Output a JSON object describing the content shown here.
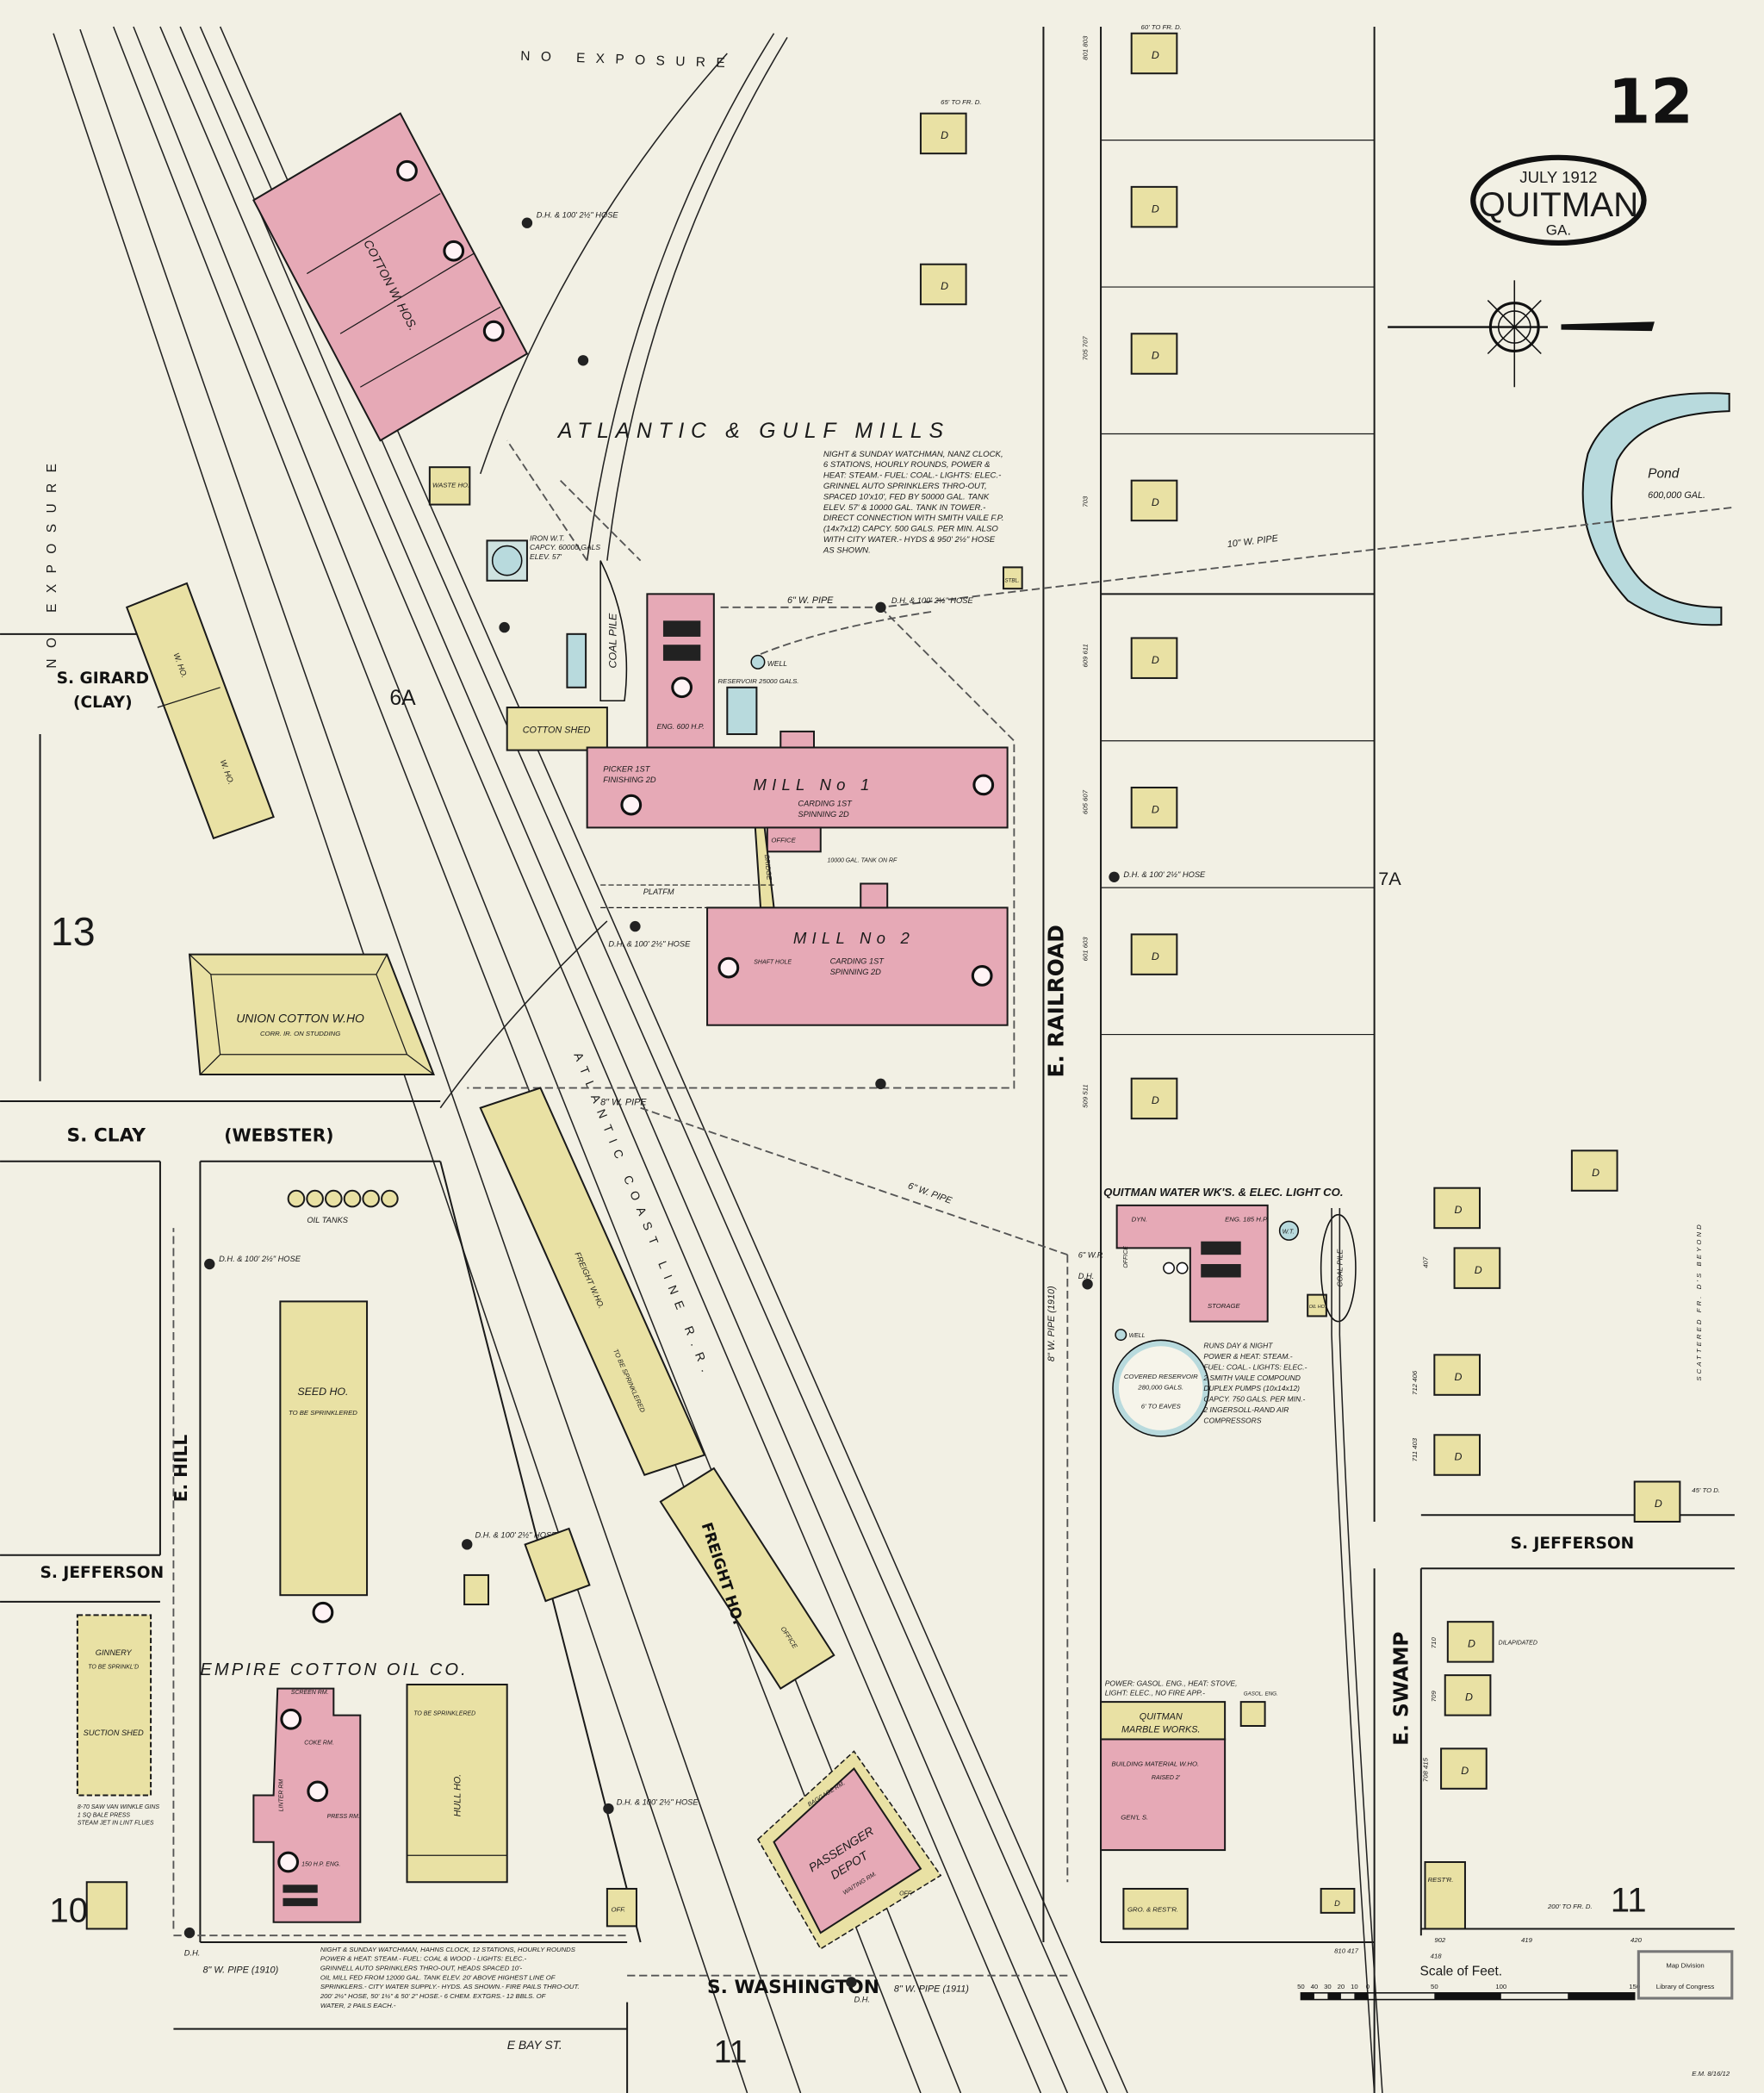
{
  "sheet": {
    "number": "12",
    "date": "JULY 1912",
    "city": "QUITMAN",
    "state": "GA."
  },
  "exposure": {
    "top": "NO EXPOSURE",
    "left": "NO EXPOSURE"
  },
  "streets": {
    "railroad": "E. RAILROAD",
    "swamp": "E. SWAMP",
    "girard": "S. GIRARD",
    "girard_alt": "(CLAY)",
    "clay": "S. CLAY",
    "clay_alt": "(WEBSTER)",
    "jefferson_w": "S. JEFFERSON",
    "jefferson_e": "S. JEFFERSON",
    "hill": "E. HILL",
    "washington": "S. WASHINGTON",
    "bay": "E BAY ST."
  },
  "adjacent_sheets": {
    "s13": "13",
    "s10": "10",
    "s11_e": "11",
    "s11_s": "11",
    "s6a": "6A",
    "s7a": "7A"
  },
  "railroad_name": "ATLANTIC COAST LINE R.R.",
  "pond": {
    "label": "Pond",
    "capacity": "600,000 GAL."
  },
  "pipes": {
    "p6": "6\" W. PIPE",
    "p8": "8\" W. PIPE",
    "p10": "10\" W. PIPE",
    "p8_1910": "8\" W. PIPE (1910)",
    "p8_1911": "8\" W. PIPE (1911)",
    "p6wp": "6\" W.P."
  },
  "hydrant": {
    "dh100": "D.H. & 100' 2½\" HOSE",
    "dh": "D.H."
  },
  "mills": {
    "name": "ATLANTIC & GULF MILLS",
    "notes": [
      "NIGHT & SUNDAY WATCHMAN, NANZ CLOCK,",
      "6 STATIONS, HOURLY ROUNDS, POWER &",
      "HEAT: STEAM.- FUEL: COAL.- LIGHTS: ELEC.-",
      "GRINNEL AUTO SPRINKLERS THRO-OUT,",
      "SPACED 10'x10', FED BY 50000 GAL. TANK",
      "ELEV. 57' & 10000 GAL. TANK IN TOWER.-",
      "DIRECT CONNECTION WITH SMITH VAILE F.P.",
      "(14x7x12) CAPCY. 500 GALS. PER MIN. ALSO",
      "WITH CITY WATER.- HYDS & 950' 2½\" HOSE",
      "AS SHOWN."
    ],
    "cotton_whs": "COTTON W. HOS.",
    "cotton_shed": "COTTON SHED",
    "coal_pile": "COAL PILE",
    "iron_wt": [
      "IRON W.T.",
      "CAPCY. 60000 GALS",
      "ELEV. 57'"
    ],
    "waste_ho": "WASTE HO.",
    "well": "WELL",
    "eng": "ENG. 600 H.P.",
    "reservoir": "RESERVOIR 25000 GALS.",
    "mill1": "MILL No 1",
    "mill1_use": "CARDING 1ST",
    "mill1_use2": "SPINNING 2D",
    "picker1": "PICKER 1ST",
    "finish1": "FINISHING 2D",
    "office": "OFFICE",
    "tank": "10000 GAL. TANK ON RF",
    "platfm": "PLATFM",
    "bridge": "BRIDGE",
    "mill2": "MILL No 2",
    "mill2_use": "CARDING 1ST",
    "mill2_use2": "SPINNING 2D",
    "shaft": "SHAFT HOLE",
    "stbl": "STBL."
  },
  "union": {
    "name": "UNION COTTON W.HO",
    "note": "CORR. IR. ON STUDDING"
  },
  "girard_wh": [
    "W. HO.",
    "W. HO."
  ],
  "freight": {
    "wh": "FREIGHT W.HO.",
    "name": "FREIGHT HO.",
    "office": "OFFICE",
    "note": "TO BE SPRINKLERED"
  },
  "depot": {
    "name": "PASSENGER",
    "name2": "DEPOT",
    "waiting": "WAITING RM.",
    "baggage": "BAGGAGE RM.",
    "off": "OFF."
  },
  "waterworks": {
    "name": "QUITMAN WATER WK'S. & ELEC. LIGHT CO.",
    "dyn": "DYN.",
    "eng": "ENG. 185 H.P.",
    "office": "OFFICE",
    "storage": "STORAGE",
    "wt": "W.T.",
    "coal_pile": "COAL PILE",
    "oil_ho": "OIL HO.",
    "well": "WELL",
    "reservoir": "COVERED RESERVOIR",
    "reservoir_cap": "280,000 GALS.",
    "eaves": "6' TO EAVES",
    "notes": [
      "RUNS DAY & NIGHT",
      "POWER & HEAT: STEAM.-",
      "FUEL: COAL.- LIGHTS: ELEC.-",
      "2 SMITH VAILE COMPOUND",
      "DUPLEX PUMPS (10x14x12)",
      "CAPCY. 750 GALS. PER MIN.-",
      "2 INGERSOLL-RAND AIR",
      "COMPRESSORS"
    ]
  },
  "empire": {
    "name": "EMPIRE COTTON OIL CO.",
    "seed_ho": "SEED HO.",
    "seed_note": "TO BE SPRINKLERED",
    "oil_tanks": "OIL TANKS",
    "ginnery": "GINNERY",
    "ginnery_note": "TO BE SPRINKL'D",
    "suction": "SUCTION SHED",
    "gin_notes": [
      "8-70 SAW VAN WINKLE GINS",
      "1 SQ BALE PRESS",
      "STEAM JET IN LINT FLUES"
    ],
    "screen": "SCREEN RM.",
    "coke": "COKE RM.",
    "linter": "LINTER RM",
    "press": "PRESS RM.",
    "eng": "150 H.P. ENG.",
    "hull": "HULL HO.",
    "hull_note": "TO BE SPRINKLERED",
    "off": "OFF.",
    "notes": [
      "NIGHT & SUNDAY WATCHMAN, HAHNS CLOCK, 12 STATIONS, HOURLY ROUNDS",
      "POWER & HEAT: STEAM.- FUEL: COAL & WOOD - LIGHTS: ELEC.-",
      "GRINNELL AUTO SPRINKLERS THRO-OUT, HEADS SPACED 10'-",
      "OIL MILL FED FROM 12000 GAL. TANK ELEV. 20' ABOVE HIGHEST LINE OF",
      "SPRINKLERS.- CITY WATER SUPPLY.- HYDS. AS SHOWN.- FIRE PAILS THRO-OUT.",
      "200' 2½\" HOSE, 50' 1½\" & 50' 2\" HOSE.- 6 CHEM. EXTGRS.- 12 BBLS. OF",
      "WATER, 2 PAILS EACH.-"
    ]
  },
  "marble": {
    "name": "QUITMAN",
    "name2": "MARBLE WORKS.",
    "notes": [
      "POWER: GASOL. ENG., HEAT: STOVE,",
      "LIGHT: ELEC., NO FIRE APP.-"
    ],
    "building": "BUILDING MATERIAL W.HO.",
    "raised": "RAISED 2'",
    "gen": "GEN'L S.",
    "gasol": "GASOL. ENG.",
    "gro": "GRO. & REST'R."
  },
  "dwellings": {
    "d": "D",
    "dilapidated": "DILAPIDATED",
    "restr": "REST'R."
  },
  "distance_notes": {
    "d60": "60' TO FR. D.",
    "d65": "65' TO FR. D.",
    "d200": "200' TO FR. D.",
    "d45": "45' TO D.",
    "scattered": "SCATTERED FR. D'S BEYOND"
  },
  "addresses": {
    "col": [
      "801 803",
      "705 707",
      "703",
      "609 611",
      "605 607",
      "601 603",
      "509 511"
    ],
    "east": [
      "407",
      "712 406",
      "711 403",
      "710",
      "709",
      "708 415"
    ],
    "south": [
      "810 417",
      "902",
      "418",
      "419",
      "420"
    ]
  },
  "scale": {
    "title": "Scale of Feet.",
    "ticks": [
      "50",
      "40",
      "30",
      "20",
      "10",
      "0",
      "50",
      "100",
      "150"
    ]
  },
  "stamp": {
    "line1": "Map Division",
    "line2": "Library of Congress"
  },
  "initials": "E.M. 8/16/12",
  "colors": {
    "brick": "#e6a9b6",
    "frame": "#e9e1a4",
    "water": "#b8dadd",
    "paper": "#f2f0e4"
  }
}
